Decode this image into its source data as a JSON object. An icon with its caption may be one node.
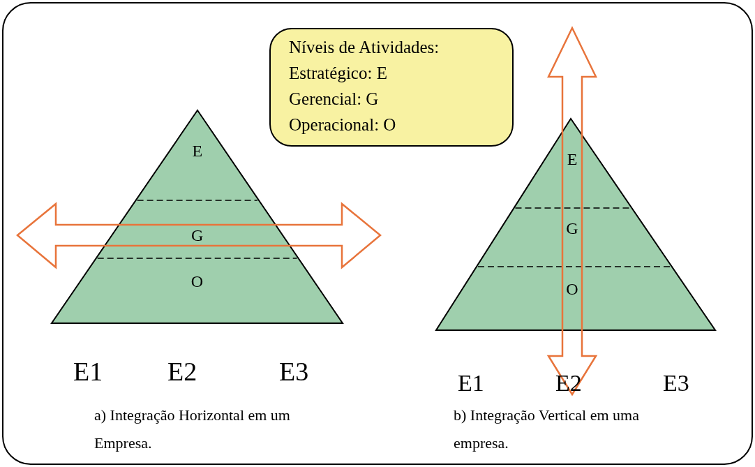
{
  "diagram": {
    "nodes": [
      {
        "text": [
          "Níveis de Atividades:",
          "Estratégico: E",
          "Gerencial: G",
          "Operacional: O"
        ]
      },
      {
        "text": [
          "E"
        ]
      },
      {
        "text": [
          "G"
        ]
      },
      {
        "text": [
          "O"
        ]
      },
      {
        "text": [
          "E"
        ]
      },
      {
        "text": [
          "G"
        ]
      },
      {
        "text": [
          "O"
        ]
      }
    ],
    "edges": [],
    "labels": [
      "E1",
      "E2",
      "E3",
      "E1",
      "E2",
      "E3",
      "a) Integração Horizontal em um Empresa.",
      "b) Integração Vertical em uma empresa."
    ]
  }
}
